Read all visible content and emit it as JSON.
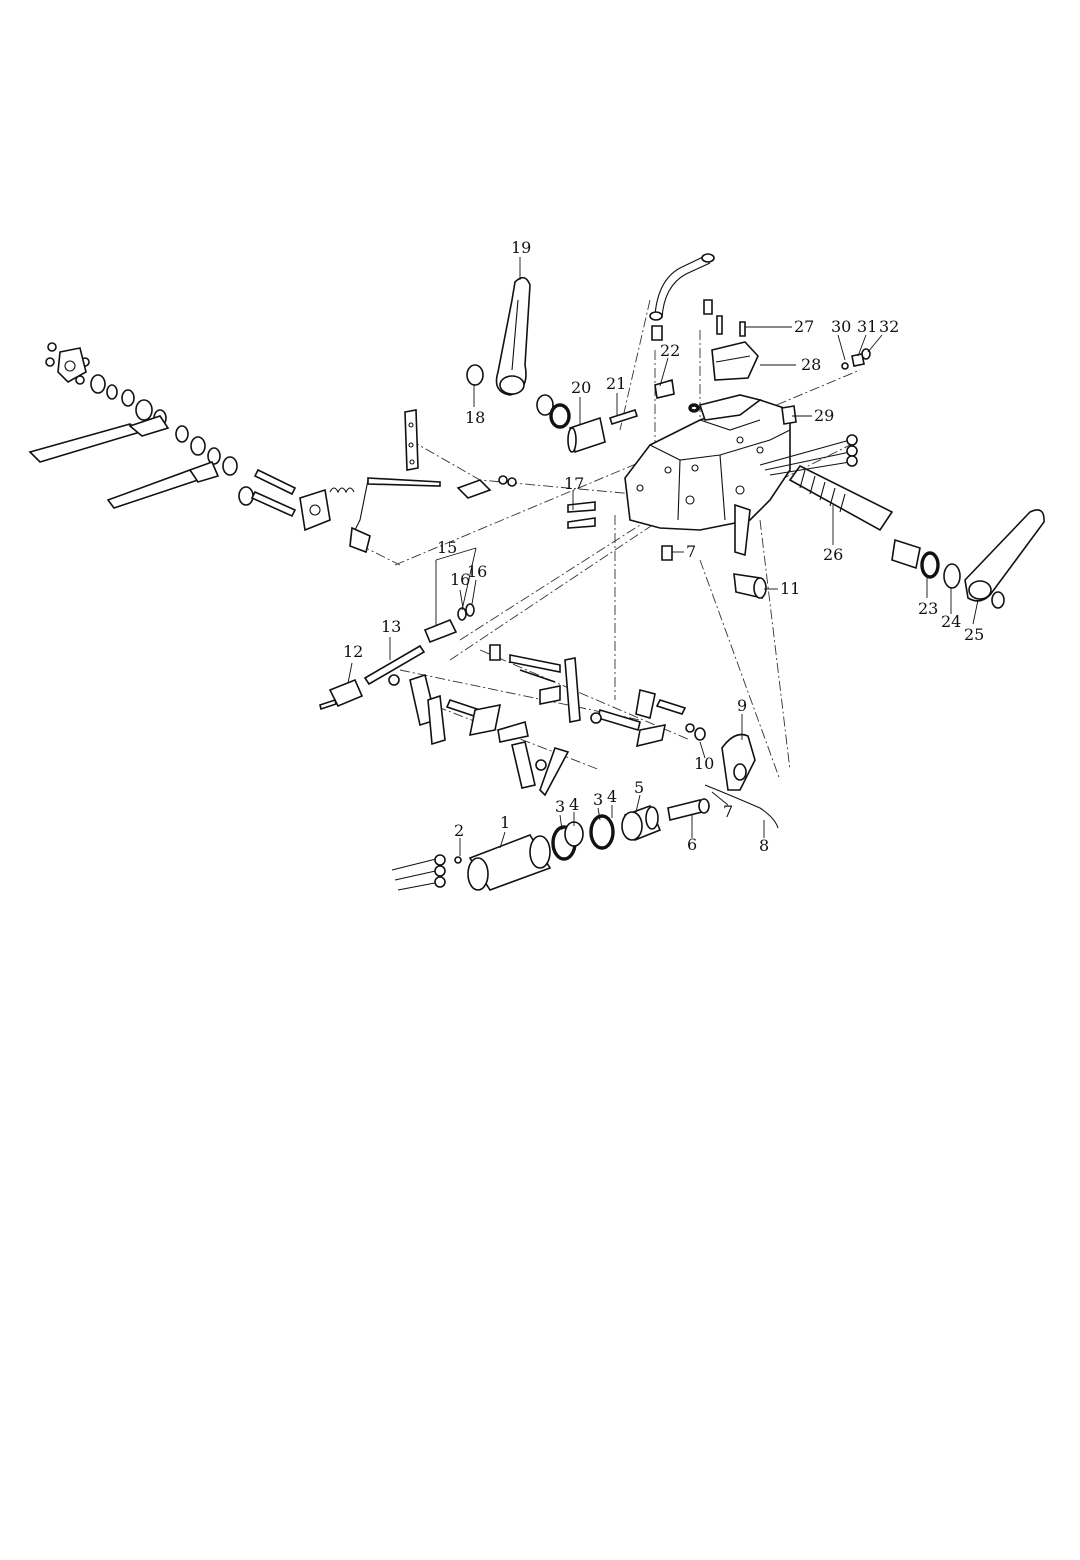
{
  "diagram": {
    "callouts": [
      "1",
      "2",
      "3",
      "3",
      "4",
      "4",
      "5",
      "6",
      "7",
      "7",
      "8",
      "9",
      "10",
      "11",
      "12",
      "13",
      "15",
      "16",
      "16",
      "17",
      "18",
      "19",
      "20",
      "21",
      "22",
      "23",
      "24",
      "25",
      "26",
      "27",
      "28",
      "29",
      "30",
      "31",
      "32"
    ]
  }
}
